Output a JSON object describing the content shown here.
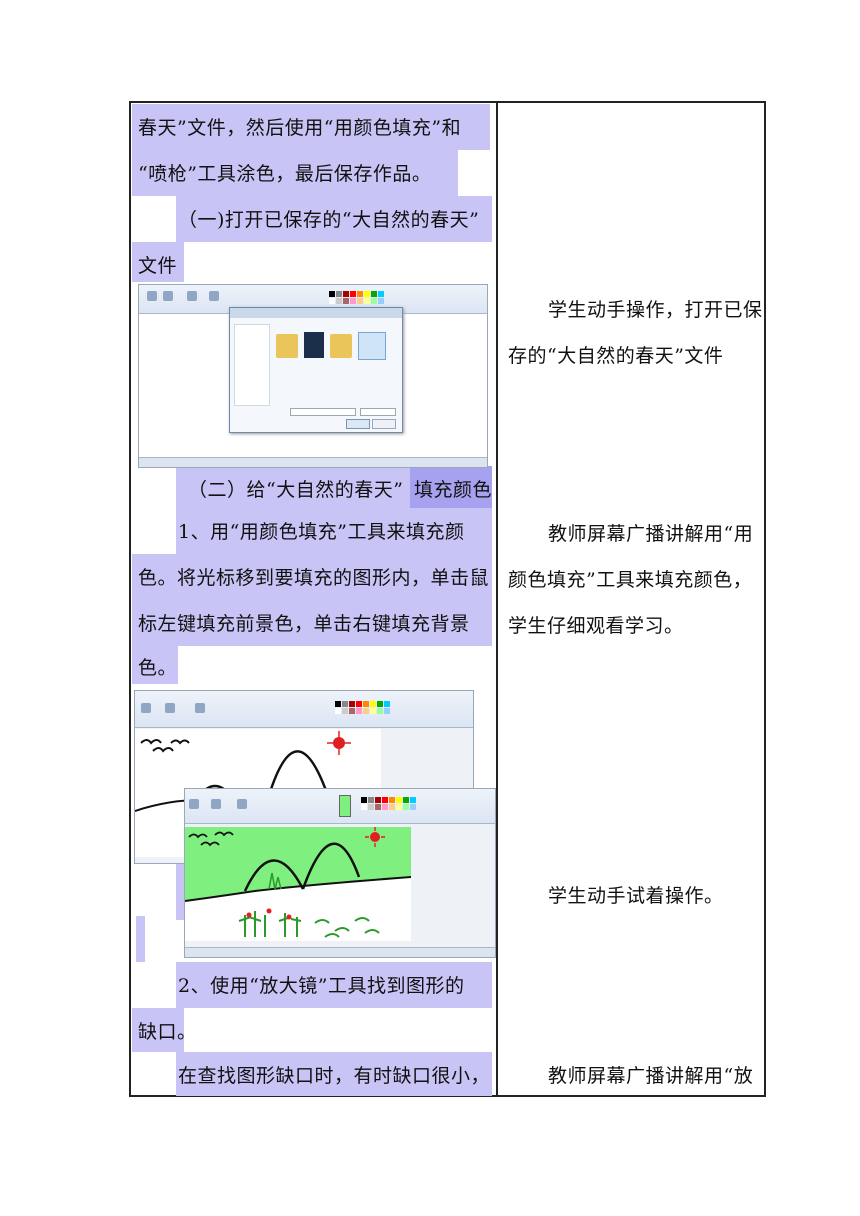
{
  "left": {
    "line1": "春天”文件，然后使用“用颜色填充”和",
    "line2": "“喷枪”工具涂色，最后保存作品。",
    "step1_title_a": "（一)打开已保存的“大自然的春天”",
    "step1_title_b": "文件",
    "step2_title_a": "（二）给“大自然的春天”",
    "step2_title_b": "填充颜色",
    "p1_l1": "1、用“用颜色填充”工具来填充颜",
    "p1_l2": "色。将光标移到要填充的图形内，单击鼠",
    "p1_l3": "标左键填充前景色，单击右键填充背景",
    "p1_l4": "色。",
    "p2_l1": "2、使用“放大镜”工具找到图形的",
    "p2_l2": "缺口。",
    "p3_l1": "在查找图形缺口时，有时缺口很小，"
  },
  "right": {
    "a1_l1": "学生动手操作，打开已保",
    "a1_l2": "存的“大自然的春天”文件",
    "a2_l1": "教师屏幕广播讲解用“用",
    "a2_l2": "颜色填充”工具来填充颜色，",
    "a2_l3": "学生仔细观看学习。",
    "a3_l1": "学生动手试着操作。",
    "a4_l1": "教师屏幕广播讲解用“放"
  },
  "colors": {
    "highlight": "#c8c4f6",
    "highlight_strong": "#a7a2ef",
    "fill_green": "#7ff07f",
    "sun_red": "#e02020"
  }
}
